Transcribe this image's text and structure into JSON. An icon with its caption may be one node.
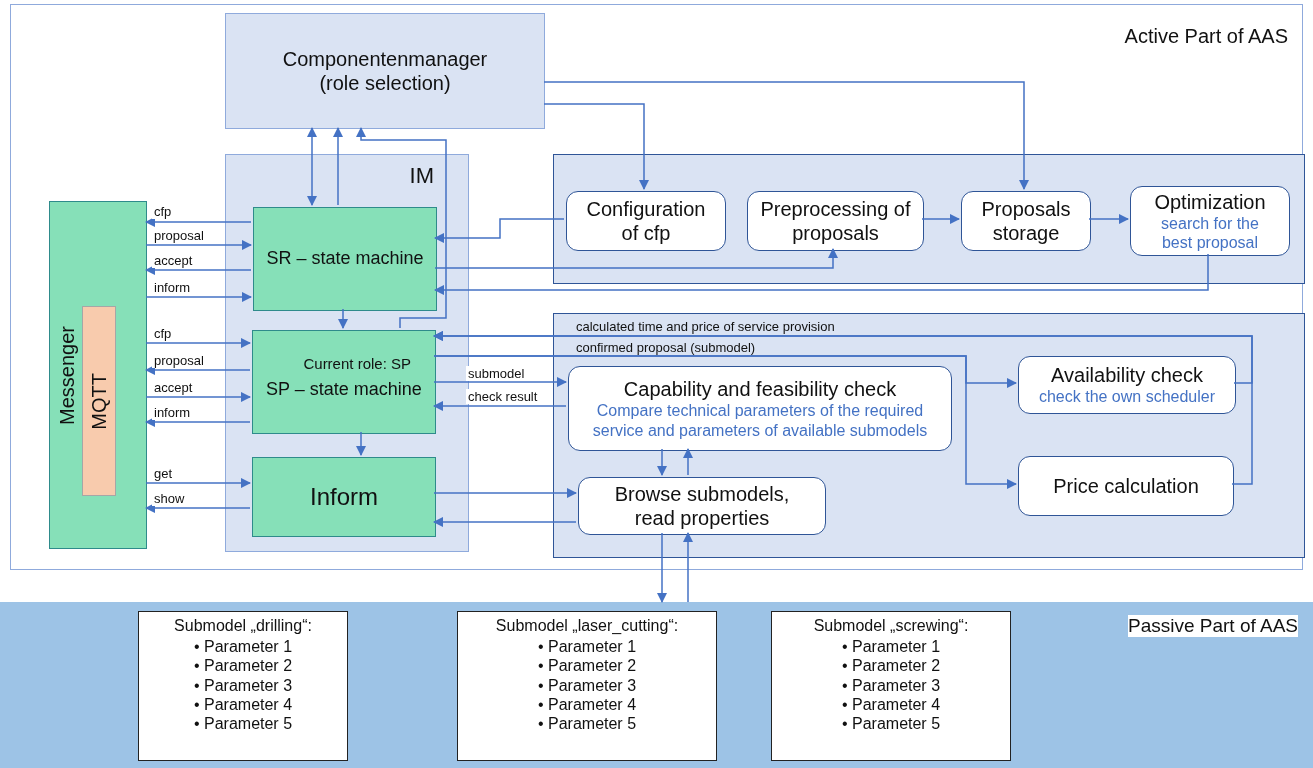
{
  "diagram": {
    "nodes": [
      {
        "text": [
          "Active Part of AAS"
        ]
      },
      {
        "text": [
          "Componentenmanager (role selection)"
        ],
        "in": 0
      },
      {
        "text": [
          "Messenger"
        ],
        "in": 0
      },
      {
        "text": [
          "MQTT"
        ],
        "in": 2
      },
      {
        "text": [
          "IM"
        ],
        "in": 0
      },
      {
        "text": [
          "SR – state machine"
        ],
        "in": 4
      },
      {
        "text": [
          "Current role:  SP",
          "SP – state machine"
        ],
        "in": 4
      },
      {
        "text": [
          "Inform"
        ],
        "in": 4
      },
      {
        "text": [],
        "shape": "box",
        "in": 0
      },
      {
        "text": [
          "Configuration of cfp"
        ],
        "in": 8
      },
      {
        "text": [
          "Preprocessing of proposals"
        ],
        "in": 8
      },
      {
        "text": [
          "Proposals storage"
        ],
        "in": 8
      },
      {
        "text": [
          "Optimization",
          "search for the best proposal"
        ],
        "in": 8
      },
      {
        "text": [],
        "shape": "box",
        "in": 0
      },
      {
        "text": [
          "Capability and feasibility check",
          "Compare technical parameters of the required service  and  parameters of available submodels"
        ],
        "in": 13
      },
      {
        "text": [
          "Availability check",
          "check the own scheduler"
        ],
        "in": 13
      },
      {
        "text": [
          "Browse submodels, read properties"
        ],
        "in": 13
      },
      {
        "text": [
          "Price calculation"
        ],
        "in": 13
      },
      {
        "text": [
          "Passive Part of AAS"
        ]
      },
      {
        "text": [
          "Submodel „drilling“:",
          "• Parameter 1",
          "• Parameter 2",
          "• Parameter 3",
          "• Parameter 4",
          "• Parameter 5"
        ],
        "in": 18
      },
      {
        "text": [
          "Submodel „laser_cutting“:",
          "• Parameter 1",
          "• Parameter 2",
          "• Parameter 3",
          "• Parameter 4",
          "• Parameter 5"
        ],
        "in": 18
      },
      {
        "text": [
          "Submodel „screwing“:",
          "• Parameter 1",
          "• Parameter 2",
          "• Parameter 3",
          "• Parameter 4",
          "• Parameter 5"
        ],
        "in": 18
      }
    ],
    "edges": [
      {
        "from": 1,
        "to": 5,
        "arrow": "both"
      },
      {
        "from": 5,
        "to": 1,
        "arrow": "to"
      },
      {
        "from": 6,
        "to": 1,
        "arrow": "to"
      },
      {
        "from": 1,
        "to": 9,
        "arrow": "to"
      },
      {
        "from": 1,
        "to": 11,
        "arrow": "to"
      },
      {
        "from": 5,
        "to": 2,
        "arrow": "to",
        "label": "cfp"
      },
      {
        "from": 2,
        "to": 5,
        "arrow": "to",
        "label": "proposal"
      },
      {
        "from": 5,
        "to": 2,
        "arrow": "to",
        "label": "accept"
      },
      {
        "from": 2,
        "to": 5,
        "arrow": "to",
        "label": "inform"
      },
      {
        "from": 2,
        "to": 6,
        "arrow": "to",
        "label": "cfp"
      },
      {
        "from": 6,
        "to": 2,
        "arrow": "to",
        "label": "proposal"
      },
      {
        "from": 2,
        "to": 6,
        "arrow": "to",
        "label": "accept"
      },
      {
        "from": 6,
        "to": 2,
        "arrow": "to",
        "label": "inform"
      },
      {
        "from": 2,
        "to": 7,
        "arrow": "to",
        "label": "get"
      },
      {
        "from": 7,
        "to": 2,
        "arrow": "to",
        "label": "show"
      },
      {
        "from": 9,
        "to": 5,
        "arrow": "to"
      },
      {
        "from": 5,
        "to": 10,
        "arrow": "to"
      },
      {
        "from": 10,
        "to": 11,
        "arrow": "to"
      },
      {
        "from": 11,
        "to": 12,
        "arrow": "to"
      },
      {
        "from": 12,
        "to": 5,
        "arrow": "to"
      },
      {
        "from": 5,
        "to": 6,
        "arrow": "to"
      },
      {
        "from": 6,
        "to": 7,
        "arrow": "to"
      },
      {
        "from": 15,
        "to": 6,
        "arrow": "to",
        "label": "calculated time and price of service provision"
      },
      {
        "from": 17,
        "to": 6,
        "arrow": "to"
      },
      {
        "from": 6,
        "to": 15,
        "arrow": "to",
        "label": "confirmed proposal (submodel)"
      },
      {
        "from": 6,
        "to": 17,
        "arrow": "to"
      },
      {
        "from": 6,
        "to": 14,
        "arrow": "to",
        "label": "submodel"
      },
      {
        "from": 14,
        "to": 6,
        "arrow": "to",
        "label": "check result"
      },
      {
        "from": 7,
        "to": 16,
        "arrow": "to"
      },
      {
        "from": 16,
        "to": 7,
        "arrow": "to"
      },
      {
        "from": 14,
        "to": 16,
        "arrow": "to"
      },
      {
        "from": 16,
        "to": 14,
        "arrow": "to"
      },
      {
        "from": 16,
        "to": 18,
        "arrow": "to"
      },
      {
        "from": 18,
        "to": 16,
        "arrow": "to"
      }
    ]
  }
}
